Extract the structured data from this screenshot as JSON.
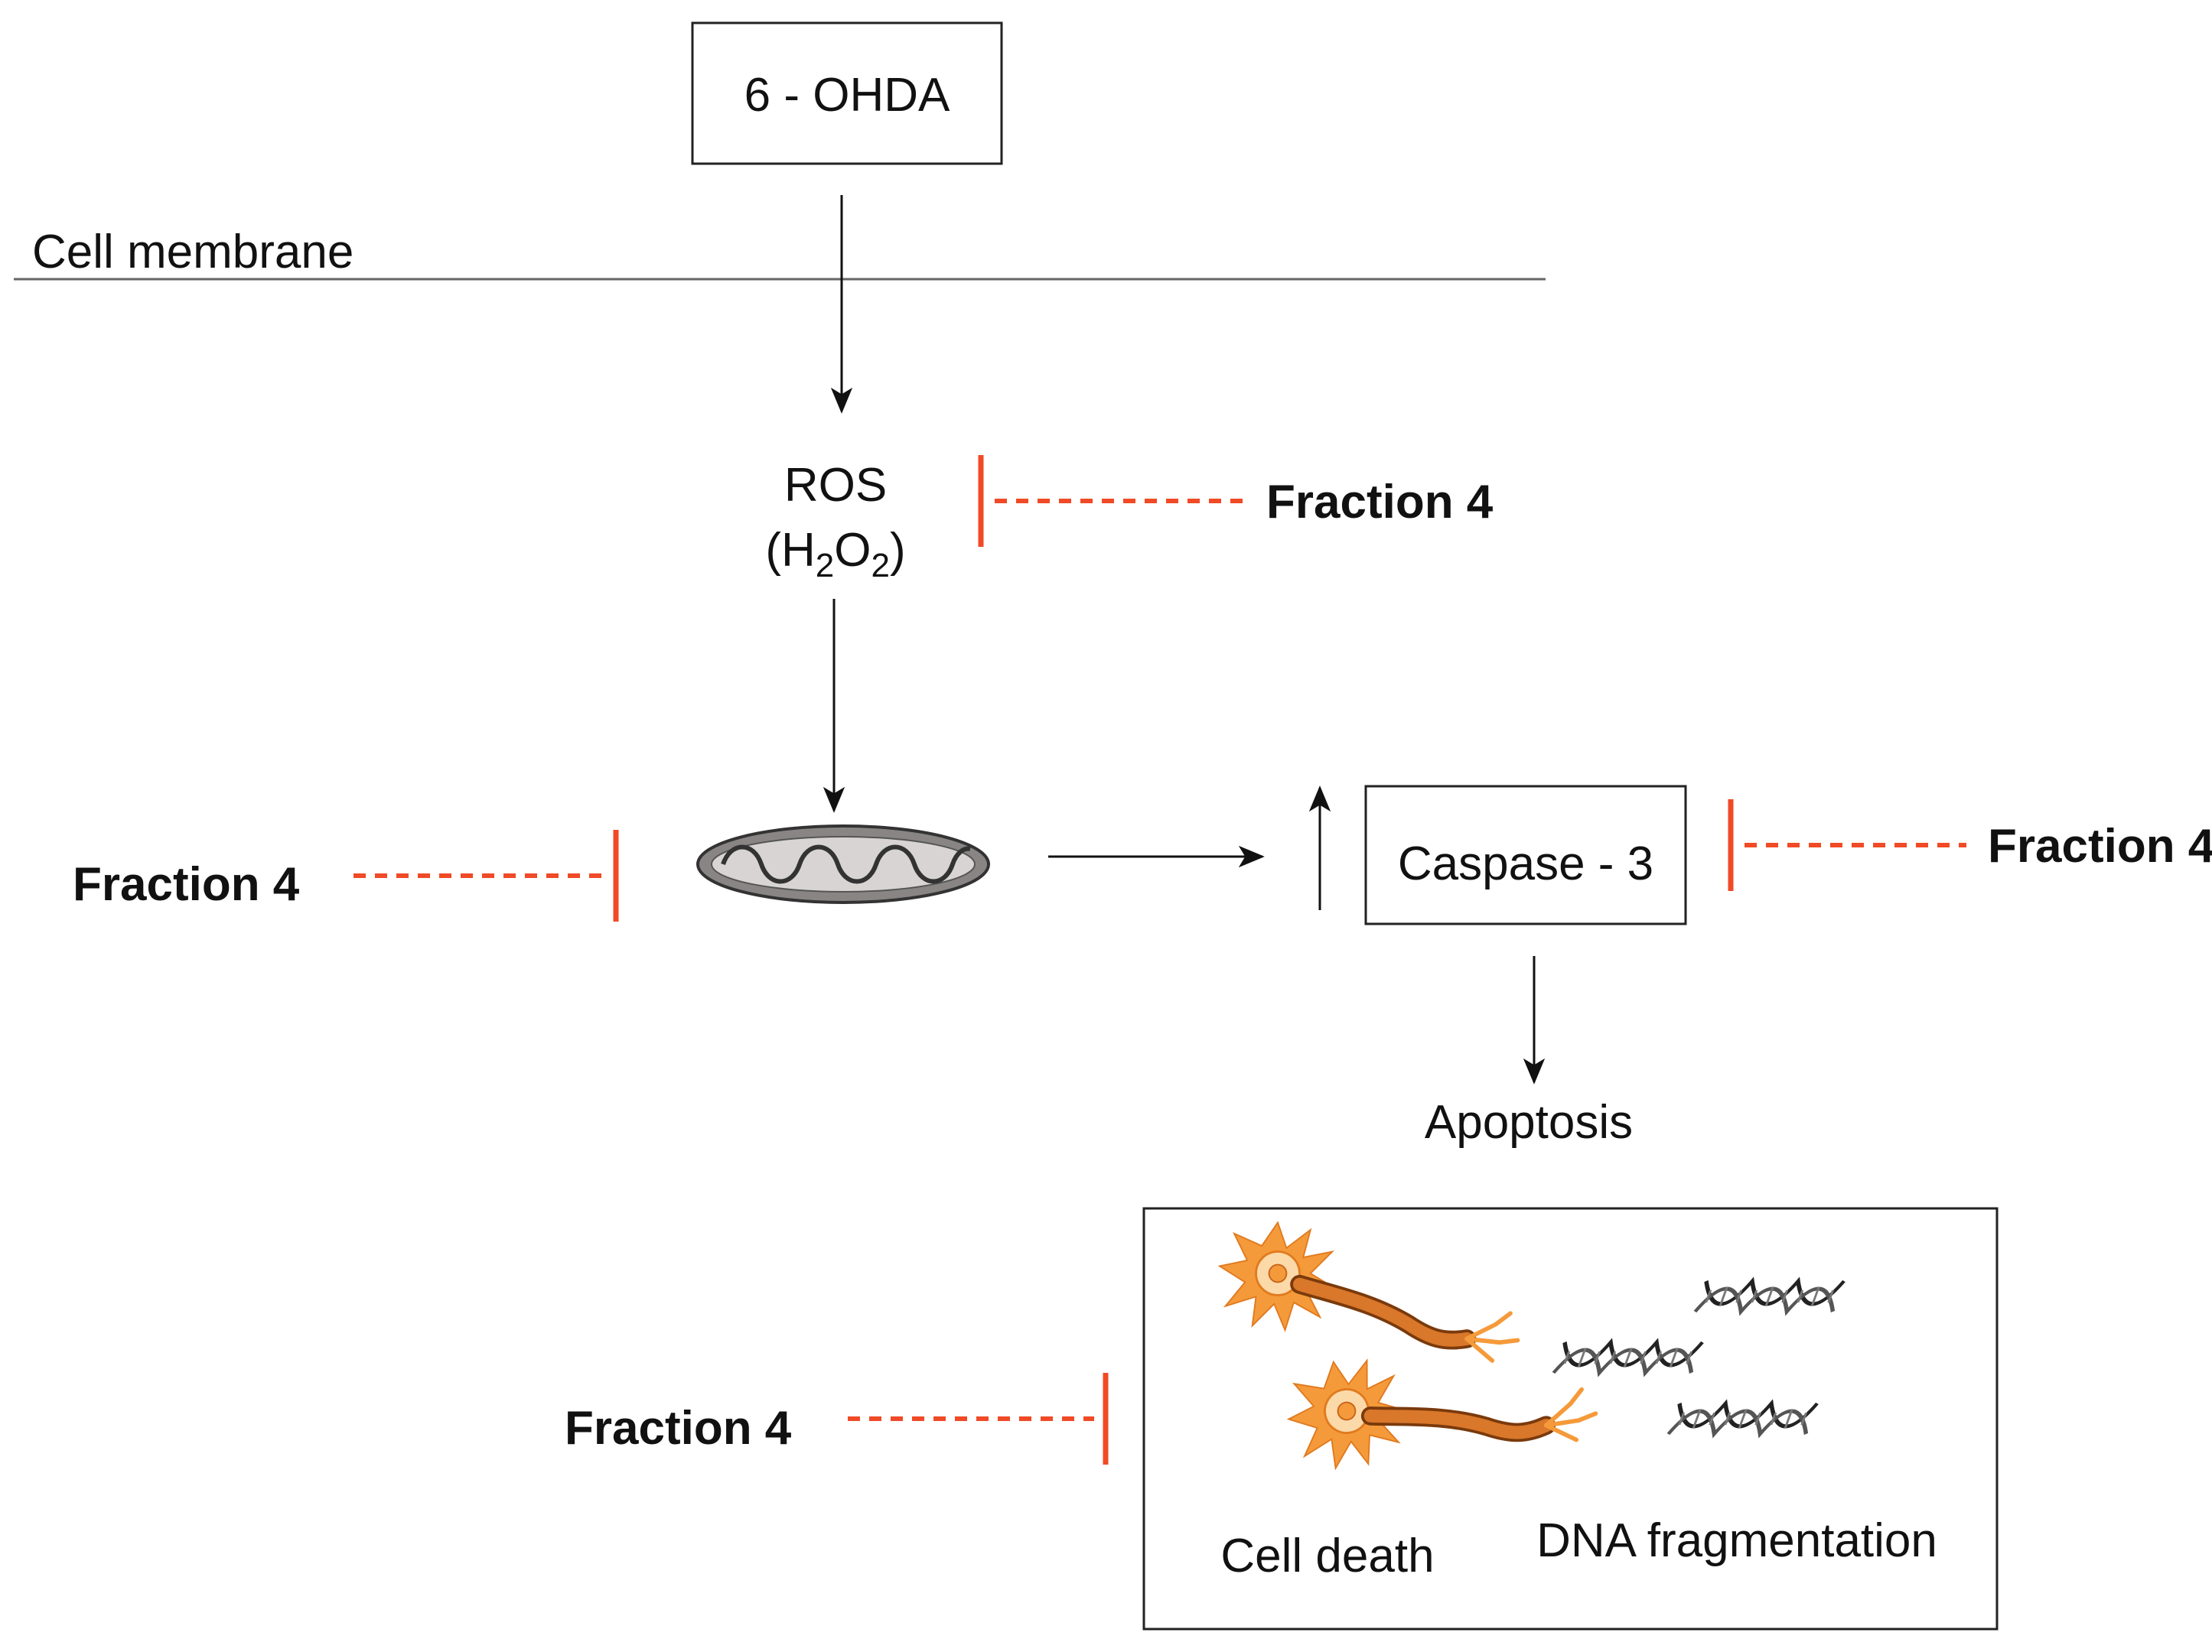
{
  "nodes": {
    "ohda": "6 - OHDA",
    "membrane": "Cell membrane",
    "ros": "ROS",
    "ros_formula_open": "(H",
    "ros_sub1": "2",
    "ros_o": "O",
    "ros_sub2": "2",
    "ros_formula_close": ")",
    "caspase": "Caspase - 3",
    "apoptosis": "Apoptosis",
    "cell_death": "Cell death",
    "dna_fragmentation": "DNA fragmentation"
  },
  "inhibitors": {
    "ros_label": "Fraction 4",
    "mito_label": "Fraction 4",
    "caspase_label": "Fraction 4",
    "outcome_label": "Fraction 4"
  },
  "colors": {
    "inhibitor": "#f04a26",
    "neuron": "#f59a3a",
    "axon": "#c8641a",
    "mitochondrion": "#8a8585"
  }
}
